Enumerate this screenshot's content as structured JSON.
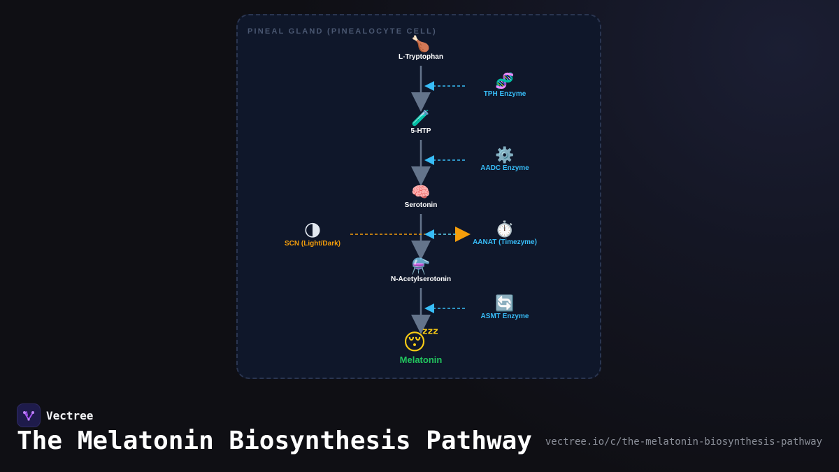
{
  "diagram": {
    "panel_title": "PINEAL GLAND (PINEALOCYTE CELL)",
    "molecules": [
      {
        "label": "L-Tryptophan",
        "icon": "🍗",
        "icon_name": "drumstick-icon"
      },
      {
        "label": "5-HTP",
        "icon": "🧪",
        "icon_name": "test-tube-icon"
      },
      {
        "label": "Serotonin",
        "icon": "🧠",
        "icon_name": "brain-icon"
      },
      {
        "label": "N-Acetylserotonin",
        "icon": "⚗️",
        "icon_name": "alembic-icon"
      }
    ],
    "final_product": {
      "label": "Melatonin",
      "icon": "😴",
      "icon_name": "sleeping-face-icon"
    },
    "enzymes": [
      {
        "label": "TPH Enzyme",
        "icon": "🧬",
        "icon_name": "dna-icon"
      },
      {
        "label": "AADC Enzyme",
        "icon": "⚙️",
        "icon_name": "gear-icon"
      },
      {
        "label": "AANAT (Timezyme)",
        "icon": "⏱️",
        "icon_name": "stopwatch-icon"
      },
      {
        "label": "ASMT Enzyme",
        "icon": "🔄",
        "icon_name": "refresh-arrows-icon"
      }
    ],
    "regulator": {
      "label": "SCN (Light/Dark)",
      "icon": "🌗",
      "icon_name": "moon-phase-icon"
    },
    "colors": {
      "main_arrow": "#64748b",
      "enzyme": "#38bdf8",
      "regulator": "#f59e0b",
      "product": "#22c55e"
    }
  },
  "footer": {
    "brand_name": "Vectree",
    "brand_icon": "vectree-logo-icon",
    "title": "The Melatonin Biosynthesis Pathway",
    "url": "vectree.io/c/the-melatonin-biosynthesis-pathway"
  }
}
